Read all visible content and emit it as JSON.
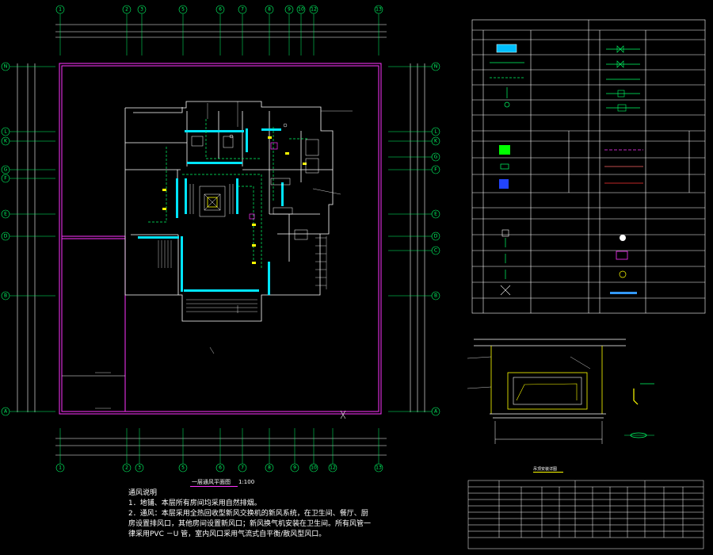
{
  "drawing": {
    "plan_title": "一层通风平面图",
    "plan_scale": "1:100",
    "detail_title": "吊顶安装详图"
  },
  "notes": {
    "heading": "通风说明",
    "lines": [
      "1．地铺、本层所有房间均采用自然排烟。",
      "2．通风：本层采用全热回收型新风交换机的新风系统，在卫生间、餐厅、厨",
      "房设置排风口，其他房间设置新风口；新风换气机安装在卫生间。所有风管一",
      "律采用PVC －U 管，室内风口采用气流式自平衡/散风型风口。"
    ]
  },
  "grid_axes": {
    "top": [
      "1",
      "2",
      "3",
      "5",
      "6",
      "7",
      "8",
      "9",
      "10",
      "12",
      "13"
    ],
    "bottom": [
      "1",
      "2",
      "3",
      "5",
      "6",
      "7",
      "8",
      "9",
      "10",
      "12",
      "13"
    ],
    "left": [
      "N",
      "L",
      "K",
      "G",
      "F",
      "E",
      "D",
      "B",
      "A"
    ],
    "right": [
      "N",
      "L",
      "K",
      "G",
      "F",
      "E",
      "D",
      "C",
      "B",
      "A"
    ]
  },
  "colors": {
    "background": "#000000",
    "wall": "#00e5ff",
    "boundary": "#ff33ff",
    "grid": "#00ff66",
    "line": "#ffffff",
    "accent": "#ffff00"
  }
}
